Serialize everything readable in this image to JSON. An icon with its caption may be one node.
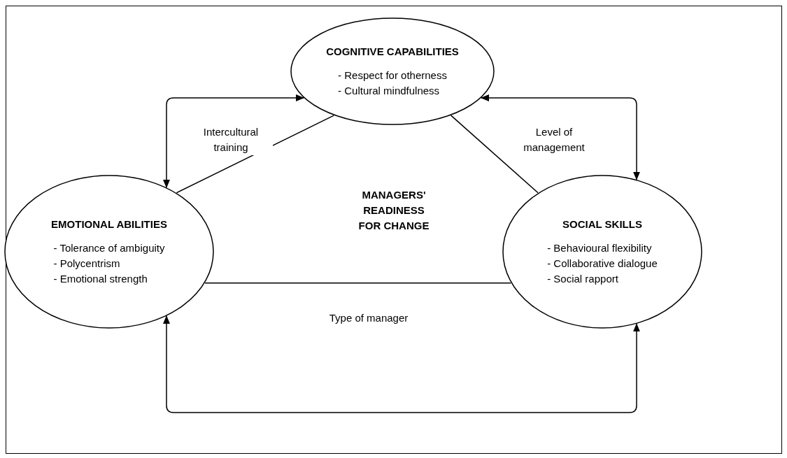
{
  "diagram": {
    "nodes": [
      {
        "text": [
          "COGNITIVE CAPABILITIES",
          "- Respect for otherness",
          "- Cultural mindfulness"
        ]
      },
      {
        "text": [
          "EMOTIONAL ABILITIES",
          "- Tolerance of ambiguity",
          "- Polycentrism",
          "- Emotional strength"
        ]
      },
      {
        "text": [
          "SOCIAL SKILLS",
          "- Behavioural flexibility",
          "- Collaborative dialogue",
          "- Social rapport"
        ]
      }
    ],
    "edges": [
      {
        "from": 1,
        "to": 0,
        "arrow": "both"
      },
      {
        "from": 0,
        "to": 2,
        "arrow": "both"
      },
      {
        "from": 1,
        "to": 2,
        "arrow": "both"
      },
      {
        "from": 1,
        "to": 0,
        "arrow": "none",
        "label": "Intercultural training"
      },
      {
        "from": 0,
        "to": 2,
        "arrow": "none",
        "label": "Level of management"
      },
      {
        "from": 1,
        "to": 2,
        "arrow": "none",
        "label": "Type of manager"
      }
    ],
    "labels": [
      "MANAGERS' READINESS FOR CHANGE"
    ]
  }
}
